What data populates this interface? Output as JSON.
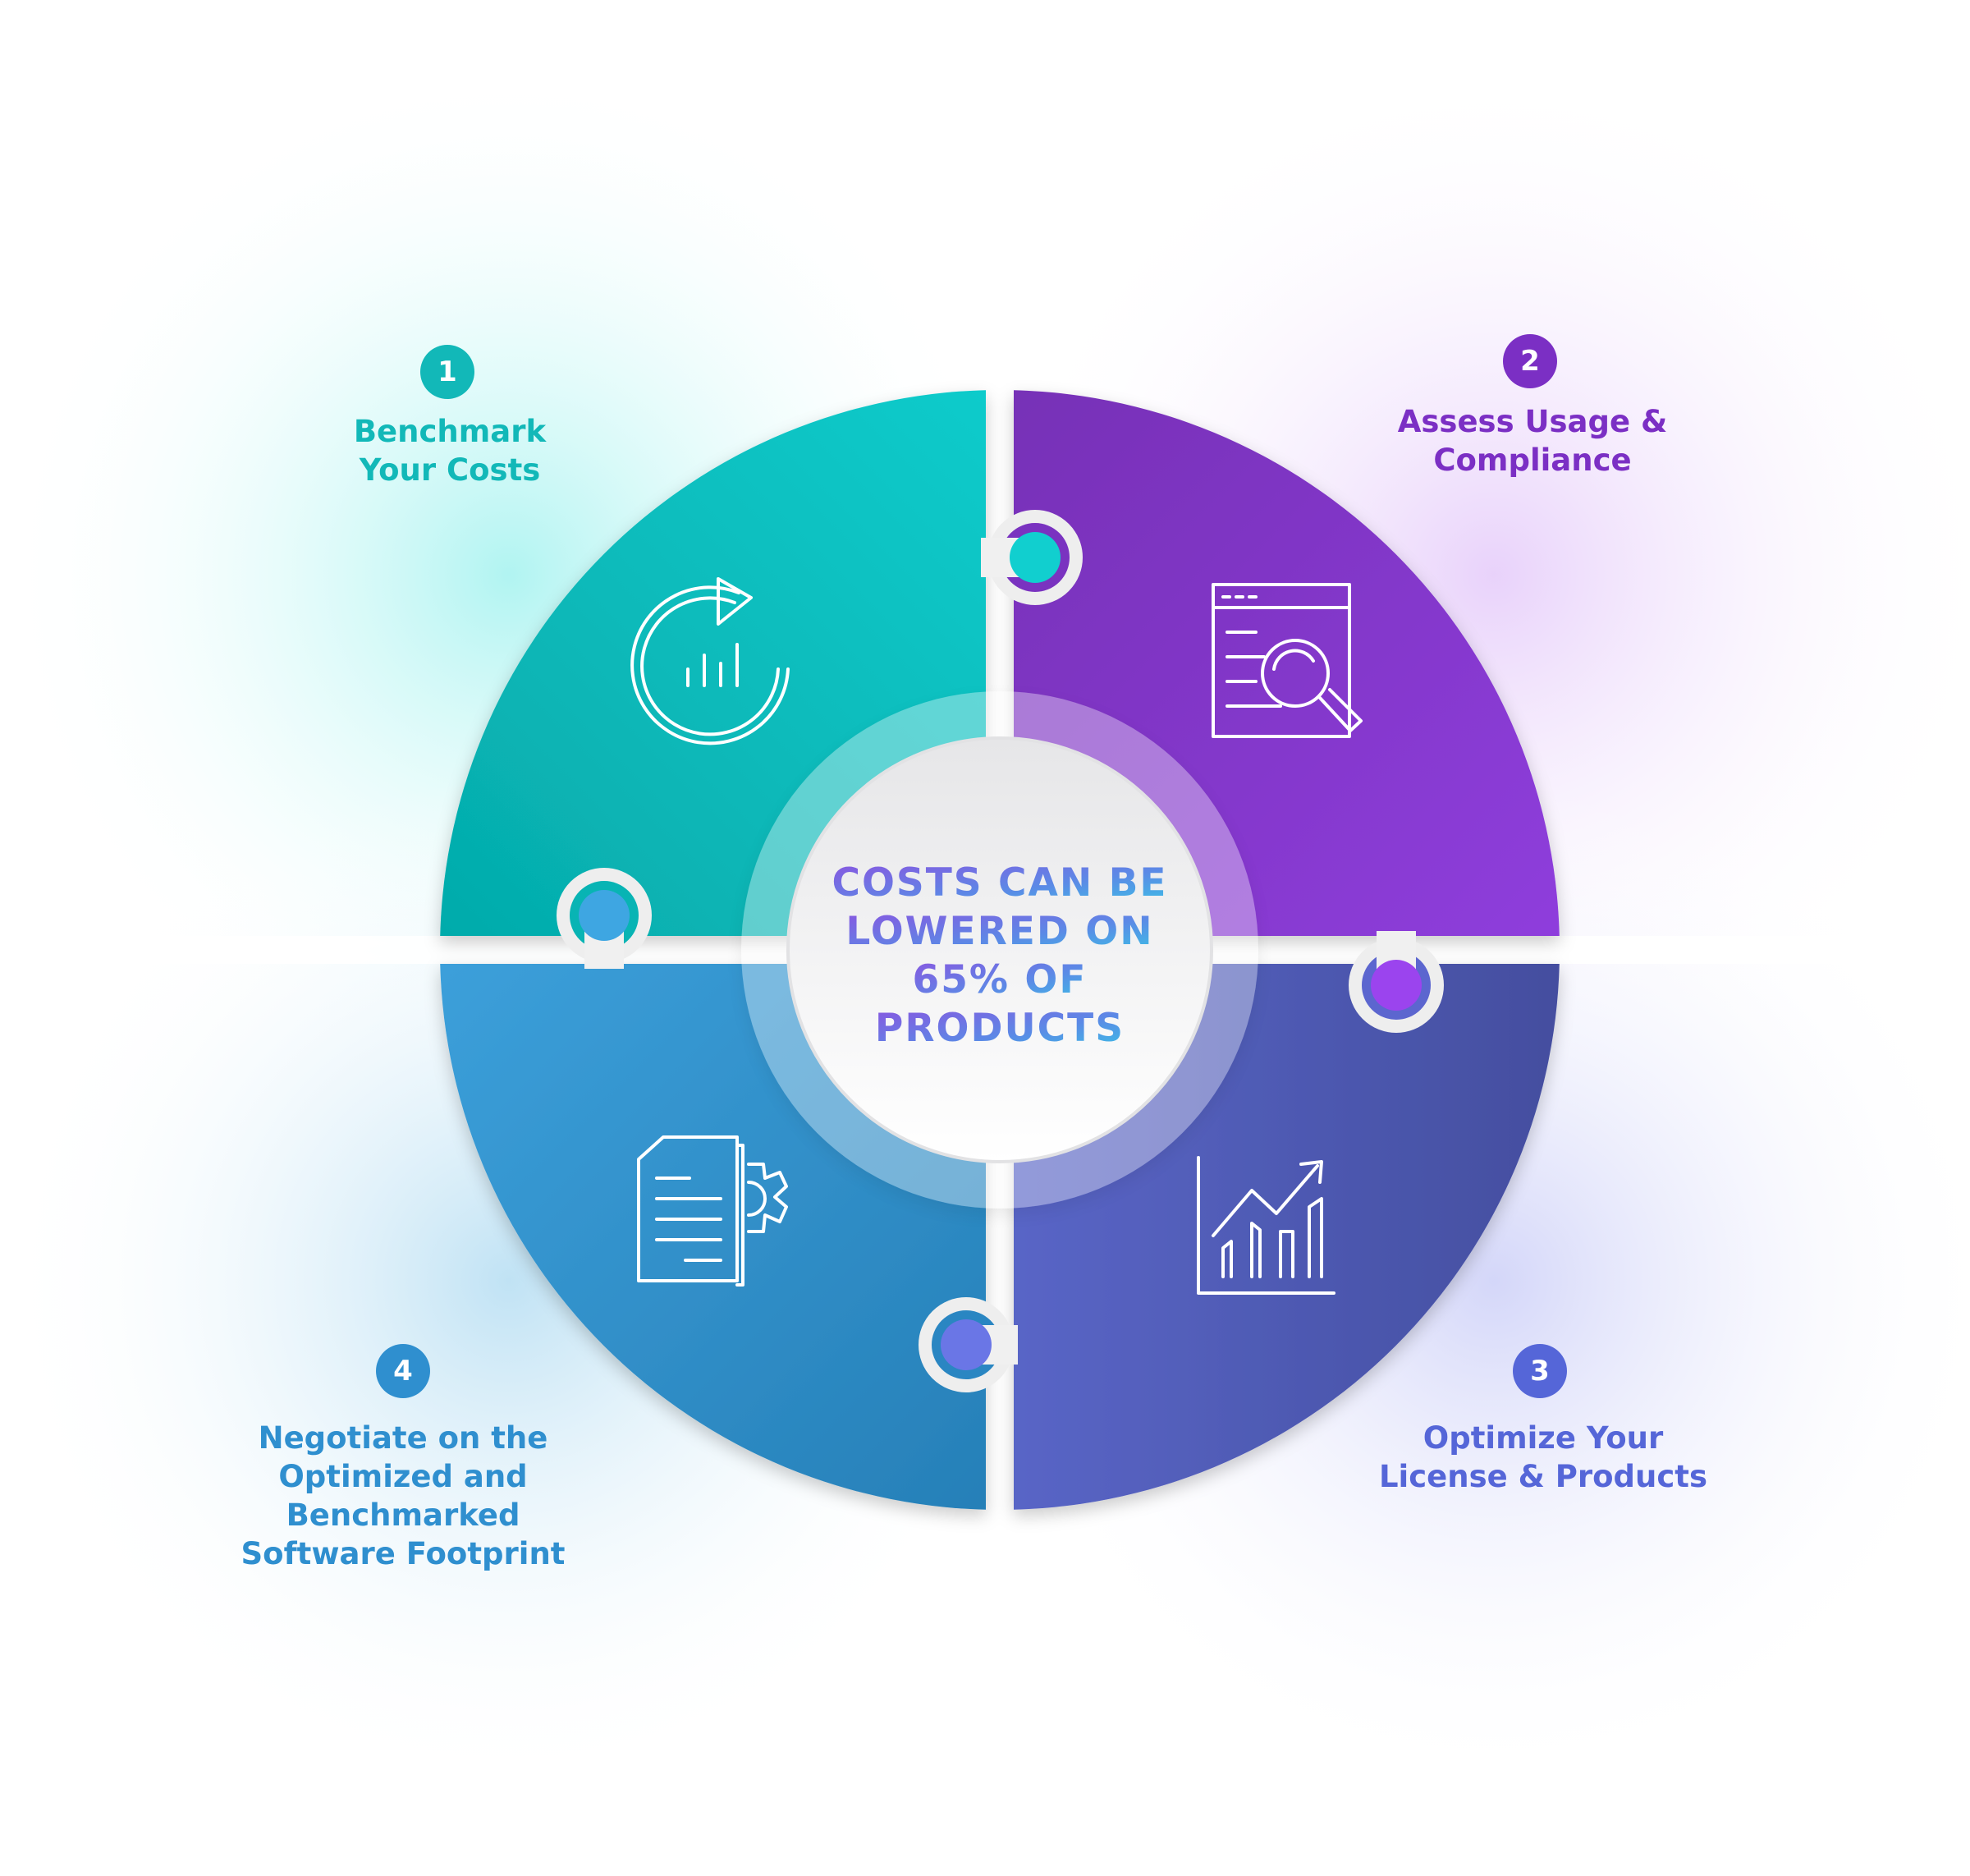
{
  "center": {
    "lines": [
      "COSTS CAN BE",
      "LOWERED ON",
      "65% OF",
      "PRODUCTS"
    ]
  },
  "steps": [
    {
      "number": "1",
      "lines": [
        "Benchmark",
        "Your Costs"
      ],
      "color": "#12b8b8",
      "icon": "refresh-chart-icon"
    },
    {
      "number": "2",
      "lines": [
        "Assess Usage &",
        "Compliance"
      ],
      "color": "#7b2fc4",
      "icon": "document-search-icon"
    },
    {
      "number": "3",
      "lines": [
        "Optimize Your",
        "License & Products"
      ],
      "color": "#5566d8",
      "icon": "growth-chart-icon"
    },
    {
      "number": "4",
      "lines": [
        "Negotiate on the",
        "Optimized and",
        "Benchmarked",
        "Software Footprint"
      ],
      "color": "#2f8fcf",
      "icon": "document-gear-icon"
    }
  ],
  "colors": {
    "teal": "#0fd6d6",
    "purple": "#8e3ee0",
    "indigo": "#5a62d4",
    "blue": "#3aa0dc"
  }
}
